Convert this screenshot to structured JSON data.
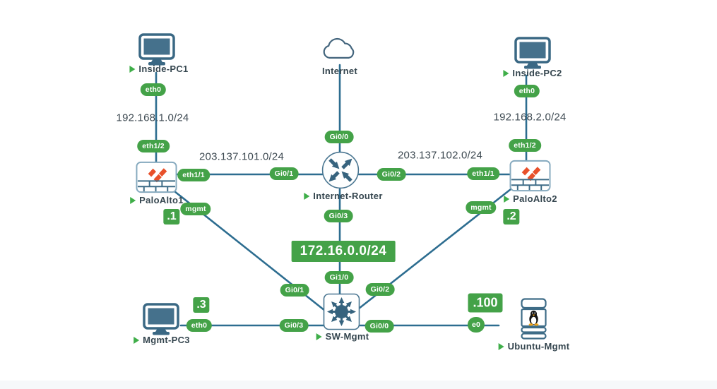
{
  "diagram": {
    "nodes": {
      "inside_pc1": "Inside-PC1",
      "inside_pc2": "Inside-PC2",
      "internet": "Internet",
      "internet_router": "Internet-Router",
      "paloalto1": "PaloAlto1",
      "paloalto2": "PaloAlto2",
      "sw_mgmt": "SW-Mgmt",
      "mgmt_pc3": "Mgmt-PC3",
      "ubuntu_mgmt": "Ubuntu-Mgmt"
    },
    "subnets": {
      "lan1": "192.168.1.0/24",
      "lan2": "192.168.2.0/24",
      "wan1": "203.137.101.0/24",
      "wan2": "203.137.102.0/24",
      "mgmt_net": "172.16.0.0/24"
    },
    "ifaces": {
      "pc1_eth0": "eth0",
      "pa1_eth1_2": "eth1/2",
      "pa1_eth1_1": "eth1/1",
      "pa1_mgmt": "mgmt",
      "router_gi0_0": "Gi0/0",
      "router_gi0_1": "Gi0/1",
      "router_gi0_2": "Gi0/2",
      "router_gi0_3": "Gi0/3",
      "pc2_eth0": "eth0",
      "pa2_eth1_2": "eth1/2",
      "pa2_eth1_1": "eth1/1",
      "pa2_mgmt": "mgmt",
      "sw_gi1_0": "Gi1/0",
      "sw_gi0_1": "Gi0/1",
      "sw_gi0_2": "Gi0/2",
      "sw_gi0_3": "Gi0/3",
      "sw_gi0_0": "Gi0/0",
      "pc3_eth0": "eth0",
      "ubuntu_e0": "e0"
    },
    "host_addresses": {
      "paloalto1": ".1",
      "paloalto2": ".2",
      "mgmt_pc3": ".3",
      "ubuntu_mgmt": ".100"
    },
    "colors": {
      "badge_green": "#44a248",
      "marker_green": "#3fae49",
      "link_blue": "#2d6d90",
      "icon_slate": "#3e6c87",
      "paloalto_orange": "#e8502a",
      "label_text": "#35464f",
      "footer_strip": "#f6f8fa"
    }
  }
}
